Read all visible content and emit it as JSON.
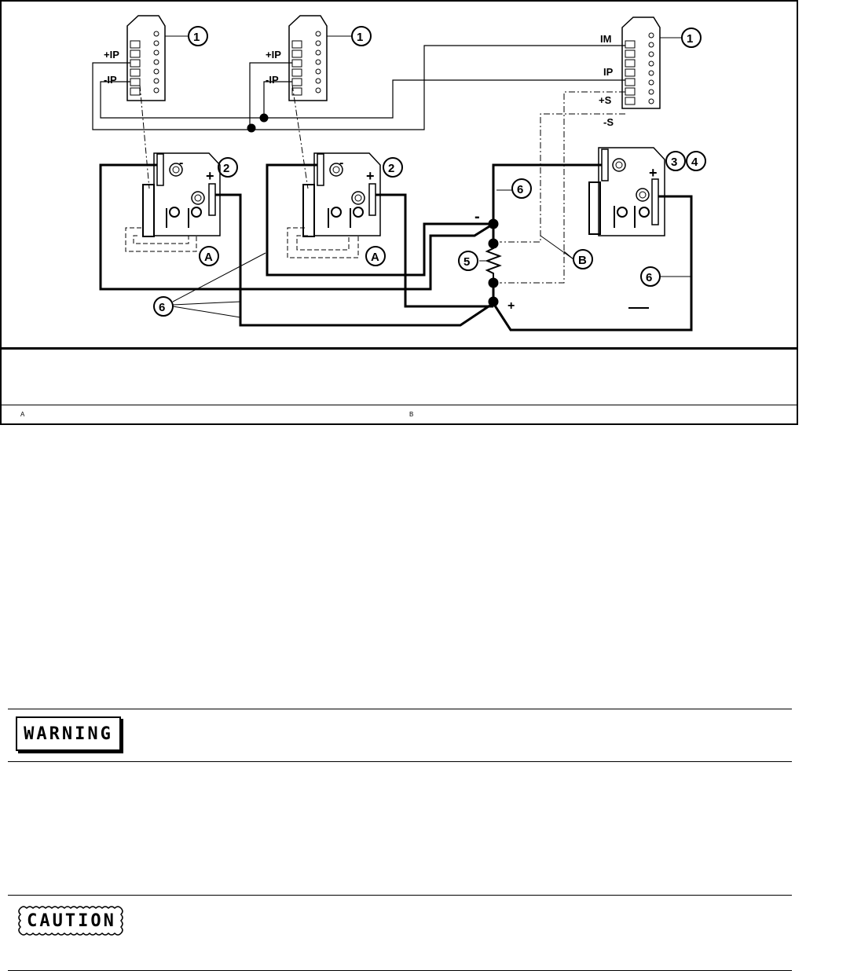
{
  "figure": {
    "connectors": {
      "left": {
        "plus_ip": "+IP",
        "minus_ip": "-IP",
        "callout": "1"
      },
      "middle": {
        "plus_ip": "+IP",
        "minus_ip": "-IP",
        "callout": "1"
      },
      "right": {
        "im": "IM",
        "ip": "IP",
        "plus_s": "+S",
        "minus_s": "-S",
        "callout": "1"
      }
    },
    "modules": {
      "left": {
        "minus": "-",
        "plus": "+",
        "callout": "2",
        "note": "A"
      },
      "middle": {
        "minus": "-",
        "plus": "+",
        "callout": "2",
        "note": "A"
      },
      "right": {
        "plus": "+",
        "callout_a": "3",
        "callout_b": "4"
      }
    },
    "load": {
      "callout": "5",
      "minus": "-",
      "plus": "+"
    },
    "wires": {
      "callout_top": "6",
      "callout_left": "6",
      "callout_right": "6"
    },
    "note_b": "B",
    "legend": {
      "a": "A",
      "b": "B"
    }
  },
  "warning": {
    "label": "WARNING"
  },
  "caution": {
    "label": "CAUTION"
  }
}
